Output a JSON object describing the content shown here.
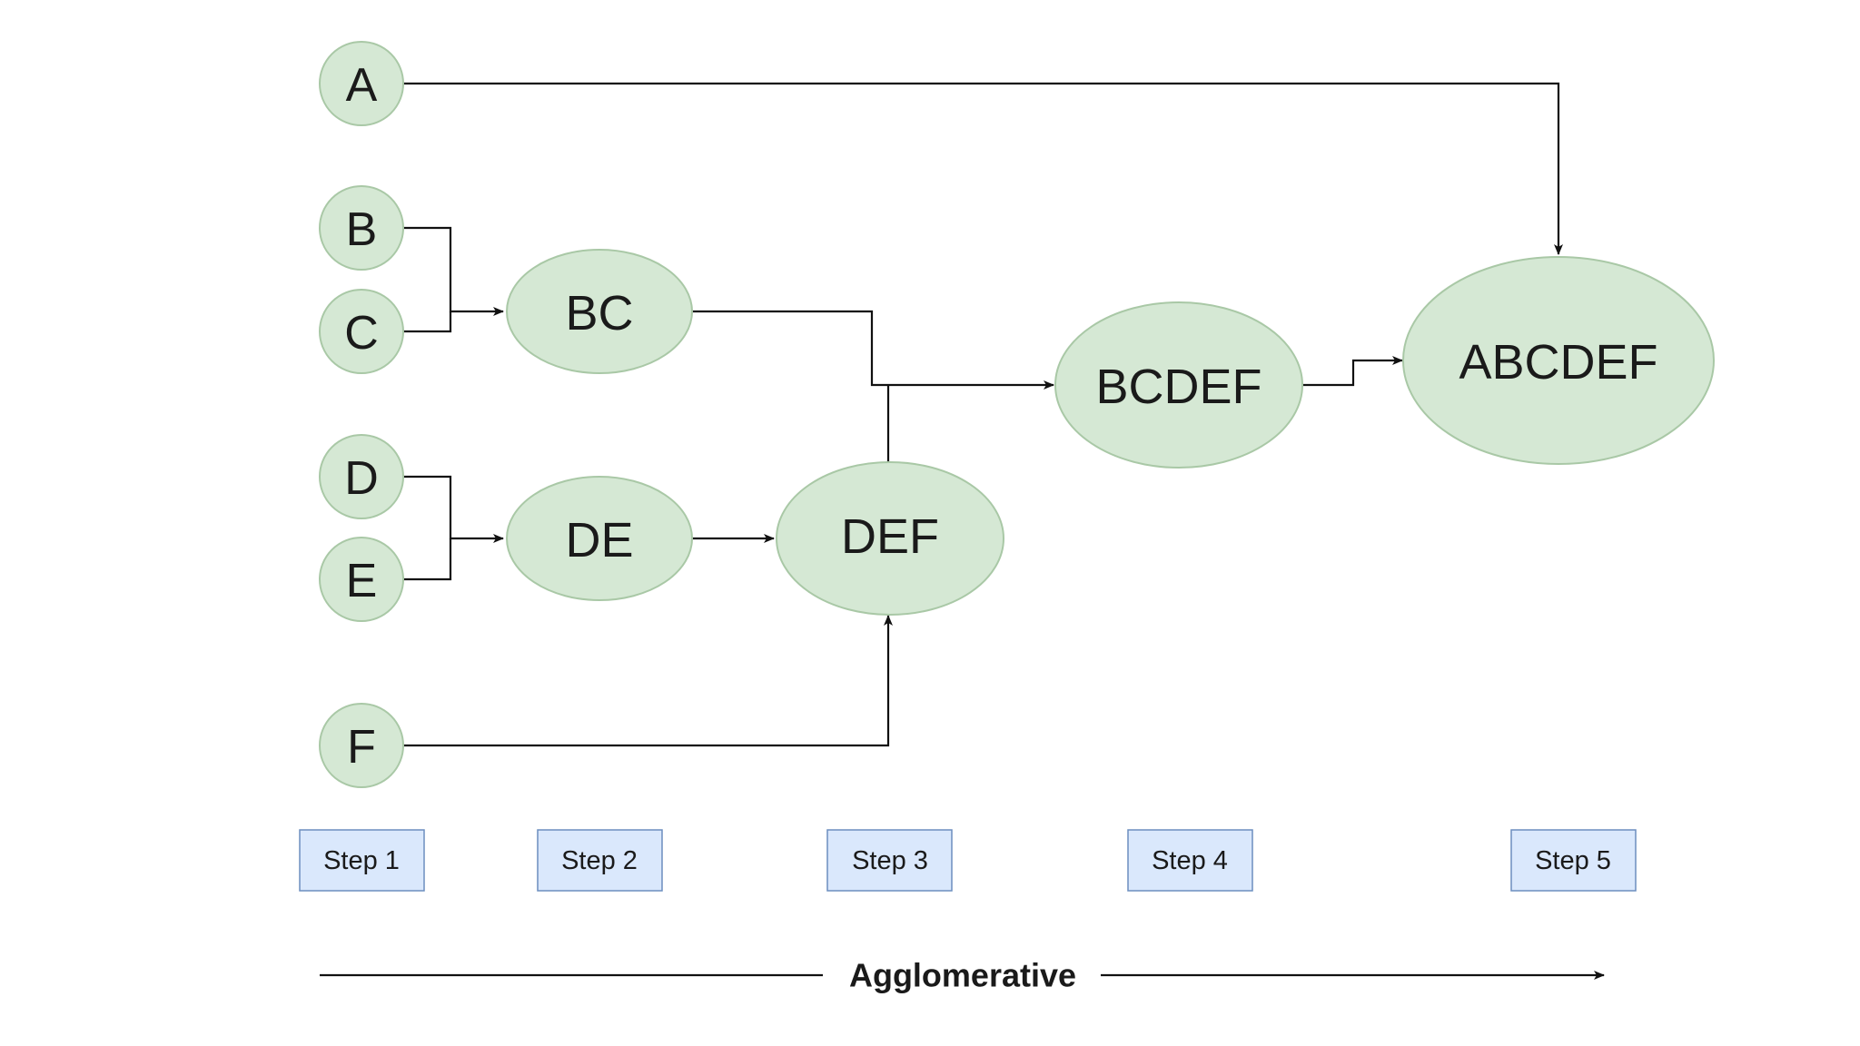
{
  "nodes": {
    "a": "A",
    "b": "B",
    "c": "C",
    "d": "D",
    "e": "E",
    "f": "F",
    "bc": "BC",
    "de": "DE",
    "def": "DEF",
    "bcdef": "BCDEF",
    "abcdef": "ABCDEF"
  },
  "steps": [
    "Step 1",
    "Step 2",
    "Step 3",
    "Step 4",
    "Step 5"
  ],
  "direction_label": "Agglomerative",
  "colors": {
    "node_fill": "#d5e8d4",
    "node_stroke": "#a9c8a6",
    "step_fill": "#dae8fc",
    "step_stroke": "#6c8ebf",
    "edge": "#111111"
  }
}
